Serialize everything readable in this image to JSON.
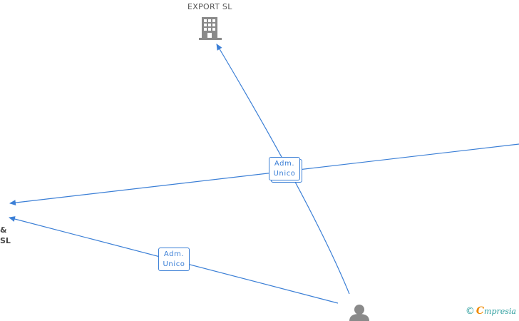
{
  "nodes": {
    "export_company": {
      "label": "EXPORT SL",
      "icon": "building-icon"
    },
    "left_company": {
      "label_line1": "&",
      "label_line2": "SL"
    },
    "person": {
      "icon": "person-icon"
    }
  },
  "edges": [
    {
      "label_line1": "Adm.",
      "label_line2": "Unico"
    },
    {
      "label_line1": "Adm.",
      "label_line2": "Unico"
    }
  ],
  "brand": {
    "copyright": "©",
    "e": "C",
    "rest": "mpresia"
  },
  "colors": {
    "edge": "#3b7fd6",
    "node_icon": "#8a8a8a"
  }
}
